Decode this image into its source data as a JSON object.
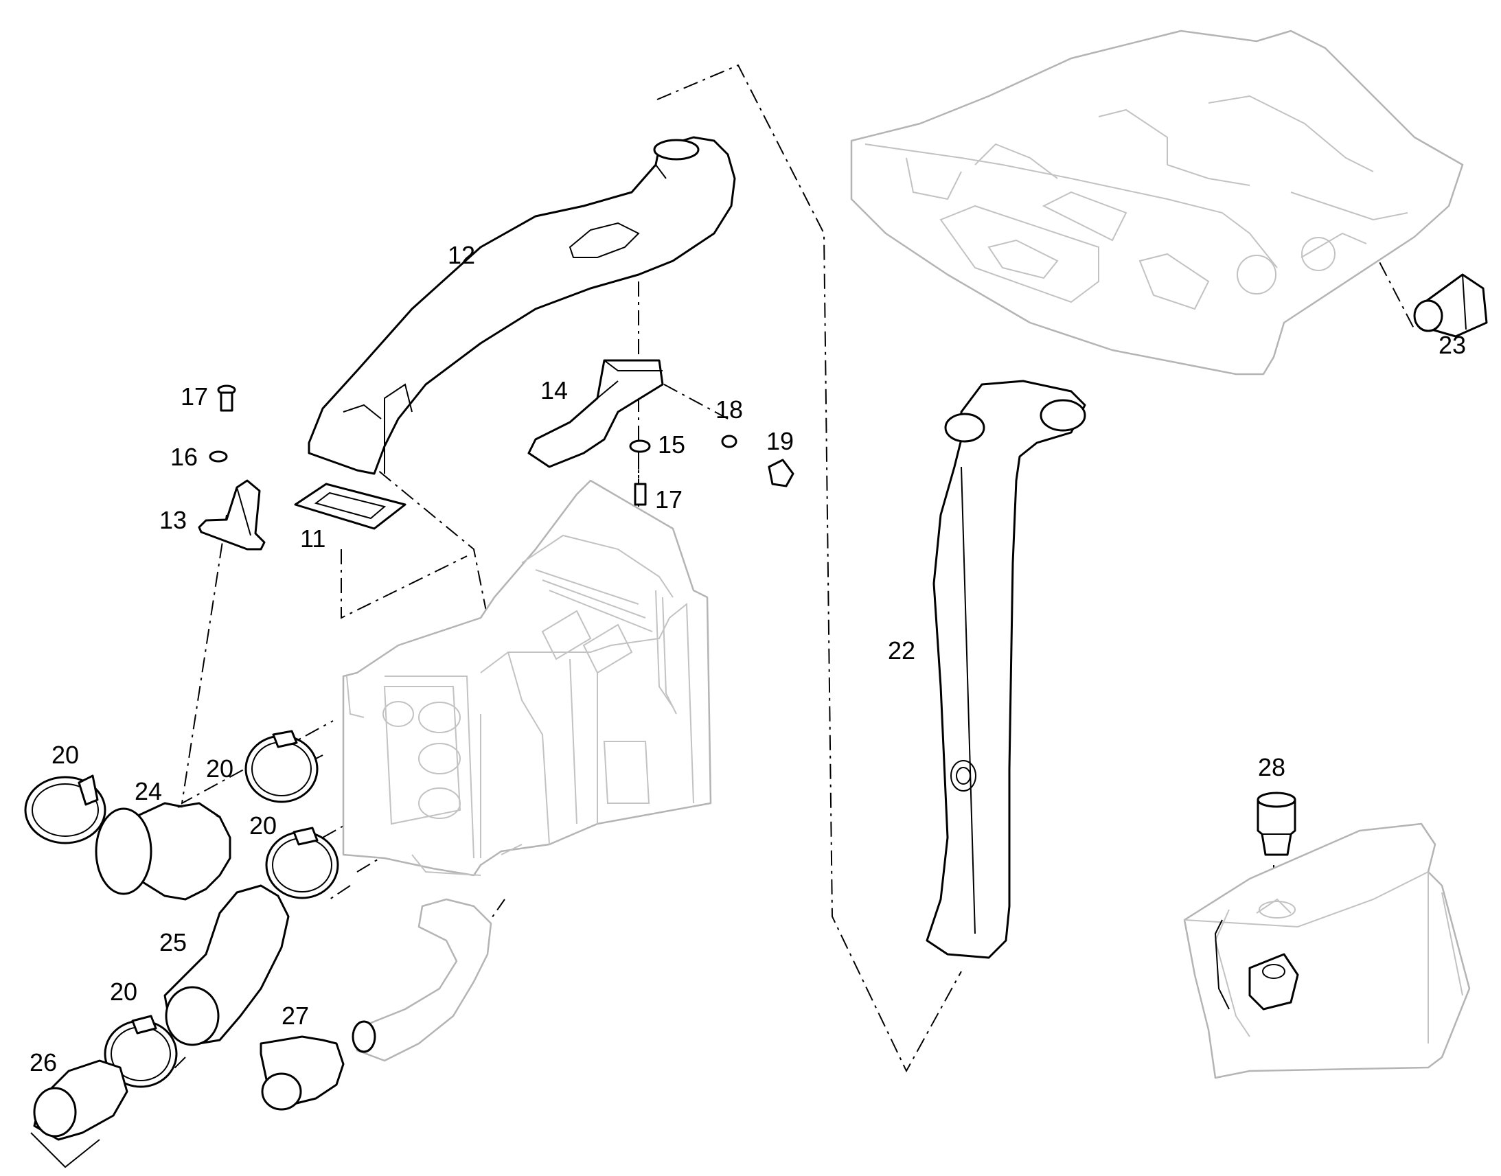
{
  "diagram": {
    "part_labels": [
      {
        "id": "p11",
        "text": "11"
      },
      {
        "id": "p12",
        "text": "12"
      },
      {
        "id": "p13",
        "text": "13"
      },
      {
        "id": "p14",
        "text": "14"
      },
      {
        "id": "p15",
        "text": "15"
      },
      {
        "id": "p16",
        "text": "16"
      },
      {
        "id": "p17a",
        "text": "17"
      },
      {
        "id": "p17b",
        "text": "17"
      },
      {
        "id": "p18",
        "text": "18"
      },
      {
        "id": "p19",
        "text": "19"
      },
      {
        "id": "p20a",
        "text": "20"
      },
      {
        "id": "p20b",
        "text": "20"
      },
      {
        "id": "p20c",
        "text": "20"
      },
      {
        "id": "p20d",
        "text": "20"
      },
      {
        "id": "p22",
        "text": "22"
      },
      {
        "id": "p23",
        "text": "23"
      },
      {
        "id": "p24",
        "text": "24"
      },
      {
        "id": "p25",
        "text": "25"
      },
      {
        "id": "p26",
        "text": "26"
      },
      {
        "id": "p27",
        "text": "27"
      },
      {
        "id": "p28",
        "text": "28"
      }
    ],
    "colors": {
      "line": "#000000",
      "ghost": "#b4b4b4",
      "background": "#ffffff"
    }
  }
}
